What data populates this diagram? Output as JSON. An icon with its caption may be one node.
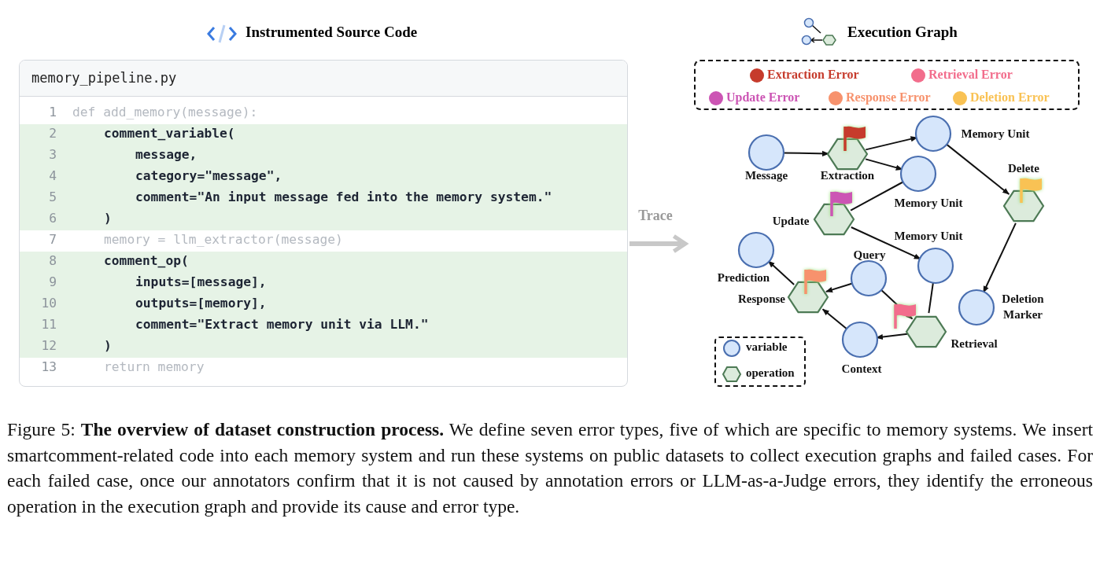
{
  "diagram": {
    "caption": "Figure 5: **The overview of dataset construction process.** We define seven error types, five of which are specific to memory systems. We insert smartcomment-related code into each memory system and run these systems on public datasets to collect execution graphs and failed cases. For each failed case, once our annotators confirm that it is not caused by annotation errors or LLM-as-a-Judge errors, they identify the erroneous operation in the execution graph and provide its cause and error type.",
    "nodes": [
      {
        "text": [
          "memory_pipeline.py"
        ]
      },
      {
        "text": [
          "Message"
        ]
      },
      {
        "text": [
          "Extraction"
        ]
      },
      {
        "text": [
          "Memory Unit"
        ]
      },
      {
        "text": [
          "Memory Unit"
        ]
      },
      {
        "text": [
          "Delete"
        ]
      },
      {
        "text": [
          "Update"
        ]
      },
      {
        "text": [
          "Memory Unit"
        ]
      },
      {
        "text": [
          "Prediction"
        ]
      },
      {
        "text": [
          "Query"
        ]
      },
      {
        "text": [
          "Response"
        ]
      },
      {
        "text": [
          "Deletion Marker"
        ]
      },
      {
        "text": [
          "Retrieval"
        ]
      },
      {
        "text": [
          "Context"
        ]
      }
    ],
    "edges": [
      {
        "from": 0,
        "to": null,
        "arrow": "to",
        "label": "Trace",
        "style": "thick",
        "color": "#c8c8c8"
      },
      {
        "from": 1,
        "to": 2,
        "arrow": "to"
      },
      {
        "from": 2,
        "to": 3,
        "arrow": "to"
      },
      {
        "from": 2,
        "to": 4,
        "arrow": "to"
      },
      {
        "from": 3,
        "to": 5,
        "arrow": "to"
      },
      {
        "from": 4,
        "to": 6,
        "arrow": "none"
      },
      {
        "from": 6,
        "to": 7,
        "arrow": "to"
      },
      {
        "from": 5,
        "to": 11,
        "arrow": "to"
      },
      {
        "from": 9,
        "to": 10,
        "arrow": "to"
      },
      {
        "from": 10,
        "to": 8,
        "arrow": "to"
      },
      {
        "from": 9,
        "to": 12,
        "arrow": "to"
      },
      {
        "from": 7,
        "to": 12,
        "arrow": "none"
      },
      {
        "from": 12,
        "to": 13,
        "arrow": "to"
      },
      {
        "from": 13,
        "to": 10,
        "arrow": "to"
      }
    ],
    "labels": [
      "Instrumented Source Code",
      "Execution Graph",
      "1",
      "def add_memory(message):",
      "2",
      "comment_variable(",
      "3",
      "message,",
      "4",
      "category=\"message\",",
      "5",
      "comment=\"An input message fed into the memory system.\"",
      "6",
      ")",
      "7",
      "memory = llm_extractor(message)",
      "8",
      "comment_op(",
      "9",
      "inputs=[message],",
      "10",
      "outputs=[memory],",
      "11",
      "comment=\"Extract memory unit via LLM.\"",
      "12",
      ")",
      "13",
      "return memory"
    ],
    "legend": [
      {
        "text": "Extraction Error",
        "color": "#c63b2c"
      },
      {
        "text": "Retrieval Error",
        "color": "#f26d8c"
      },
      {
        "text": "Update Error",
        "color": "#cc55b4"
      },
      {
        "text": "Response Error",
        "color": "#f7926d"
      },
      {
        "text": "Deletion Error",
        "color": "#f9c254"
      },
      {
        "text": "variable"
      },
      {
        "text": "operation"
      }
    ]
  }
}
